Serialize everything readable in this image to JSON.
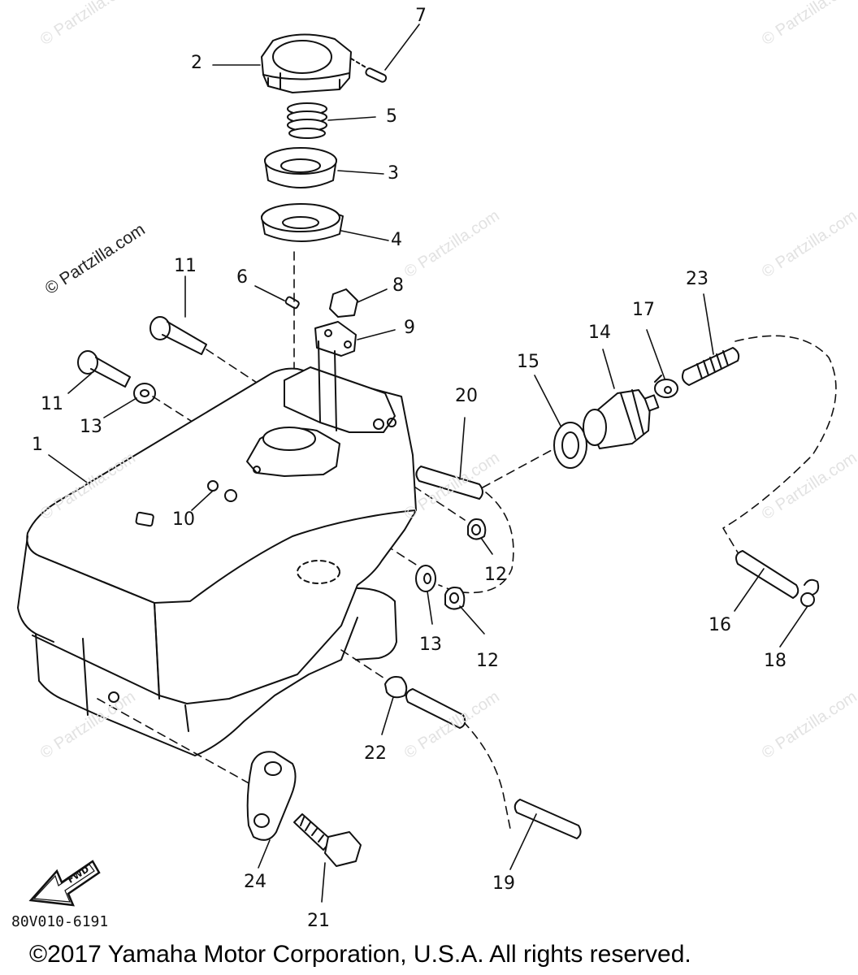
{
  "watermarks": {
    "site": "© Partzilla.com"
  },
  "callouts": [
    {
      "id": "1",
      "text": "1"
    },
    {
      "id": "2",
      "text": "2"
    },
    {
      "id": "3",
      "text": "3"
    },
    {
      "id": "4",
      "text": "4"
    },
    {
      "id": "5",
      "text": "5"
    },
    {
      "id": "6",
      "text": "6"
    },
    {
      "id": "7",
      "text": "7"
    },
    {
      "id": "8",
      "text": "8"
    },
    {
      "id": "9",
      "text": "9"
    },
    {
      "id": "10",
      "text": "10"
    },
    {
      "id": "11a",
      "text": "11"
    },
    {
      "id": "11b",
      "text": "11"
    },
    {
      "id": "12a",
      "text": "12"
    },
    {
      "id": "12b",
      "text": "12"
    },
    {
      "id": "13a",
      "text": "13"
    },
    {
      "id": "13b",
      "text": "13"
    },
    {
      "id": "14",
      "text": "14"
    },
    {
      "id": "15",
      "text": "15"
    },
    {
      "id": "16",
      "text": "16"
    },
    {
      "id": "17",
      "text": "17"
    },
    {
      "id": "18",
      "text": "18"
    },
    {
      "id": "19",
      "text": "19"
    },
    {
      "id": "20",
      "text": "20"
    },
    {
      "id": "21",
      "text": "21"
    },
    {
      "id": "22",
      "text": "22"
    },
    {
      "id": "23",
      "text": "23"
    },
    {
      "id": "24",
      "text": "24"
    }
  ],
  "fwd_arrow": {
    "text": "FWD"
  },
  "diagram_code": "80V010-6191",
  "copyright": "©2017 Yamaha Motor Corporation, U.S.A. All rights reserved."
}
